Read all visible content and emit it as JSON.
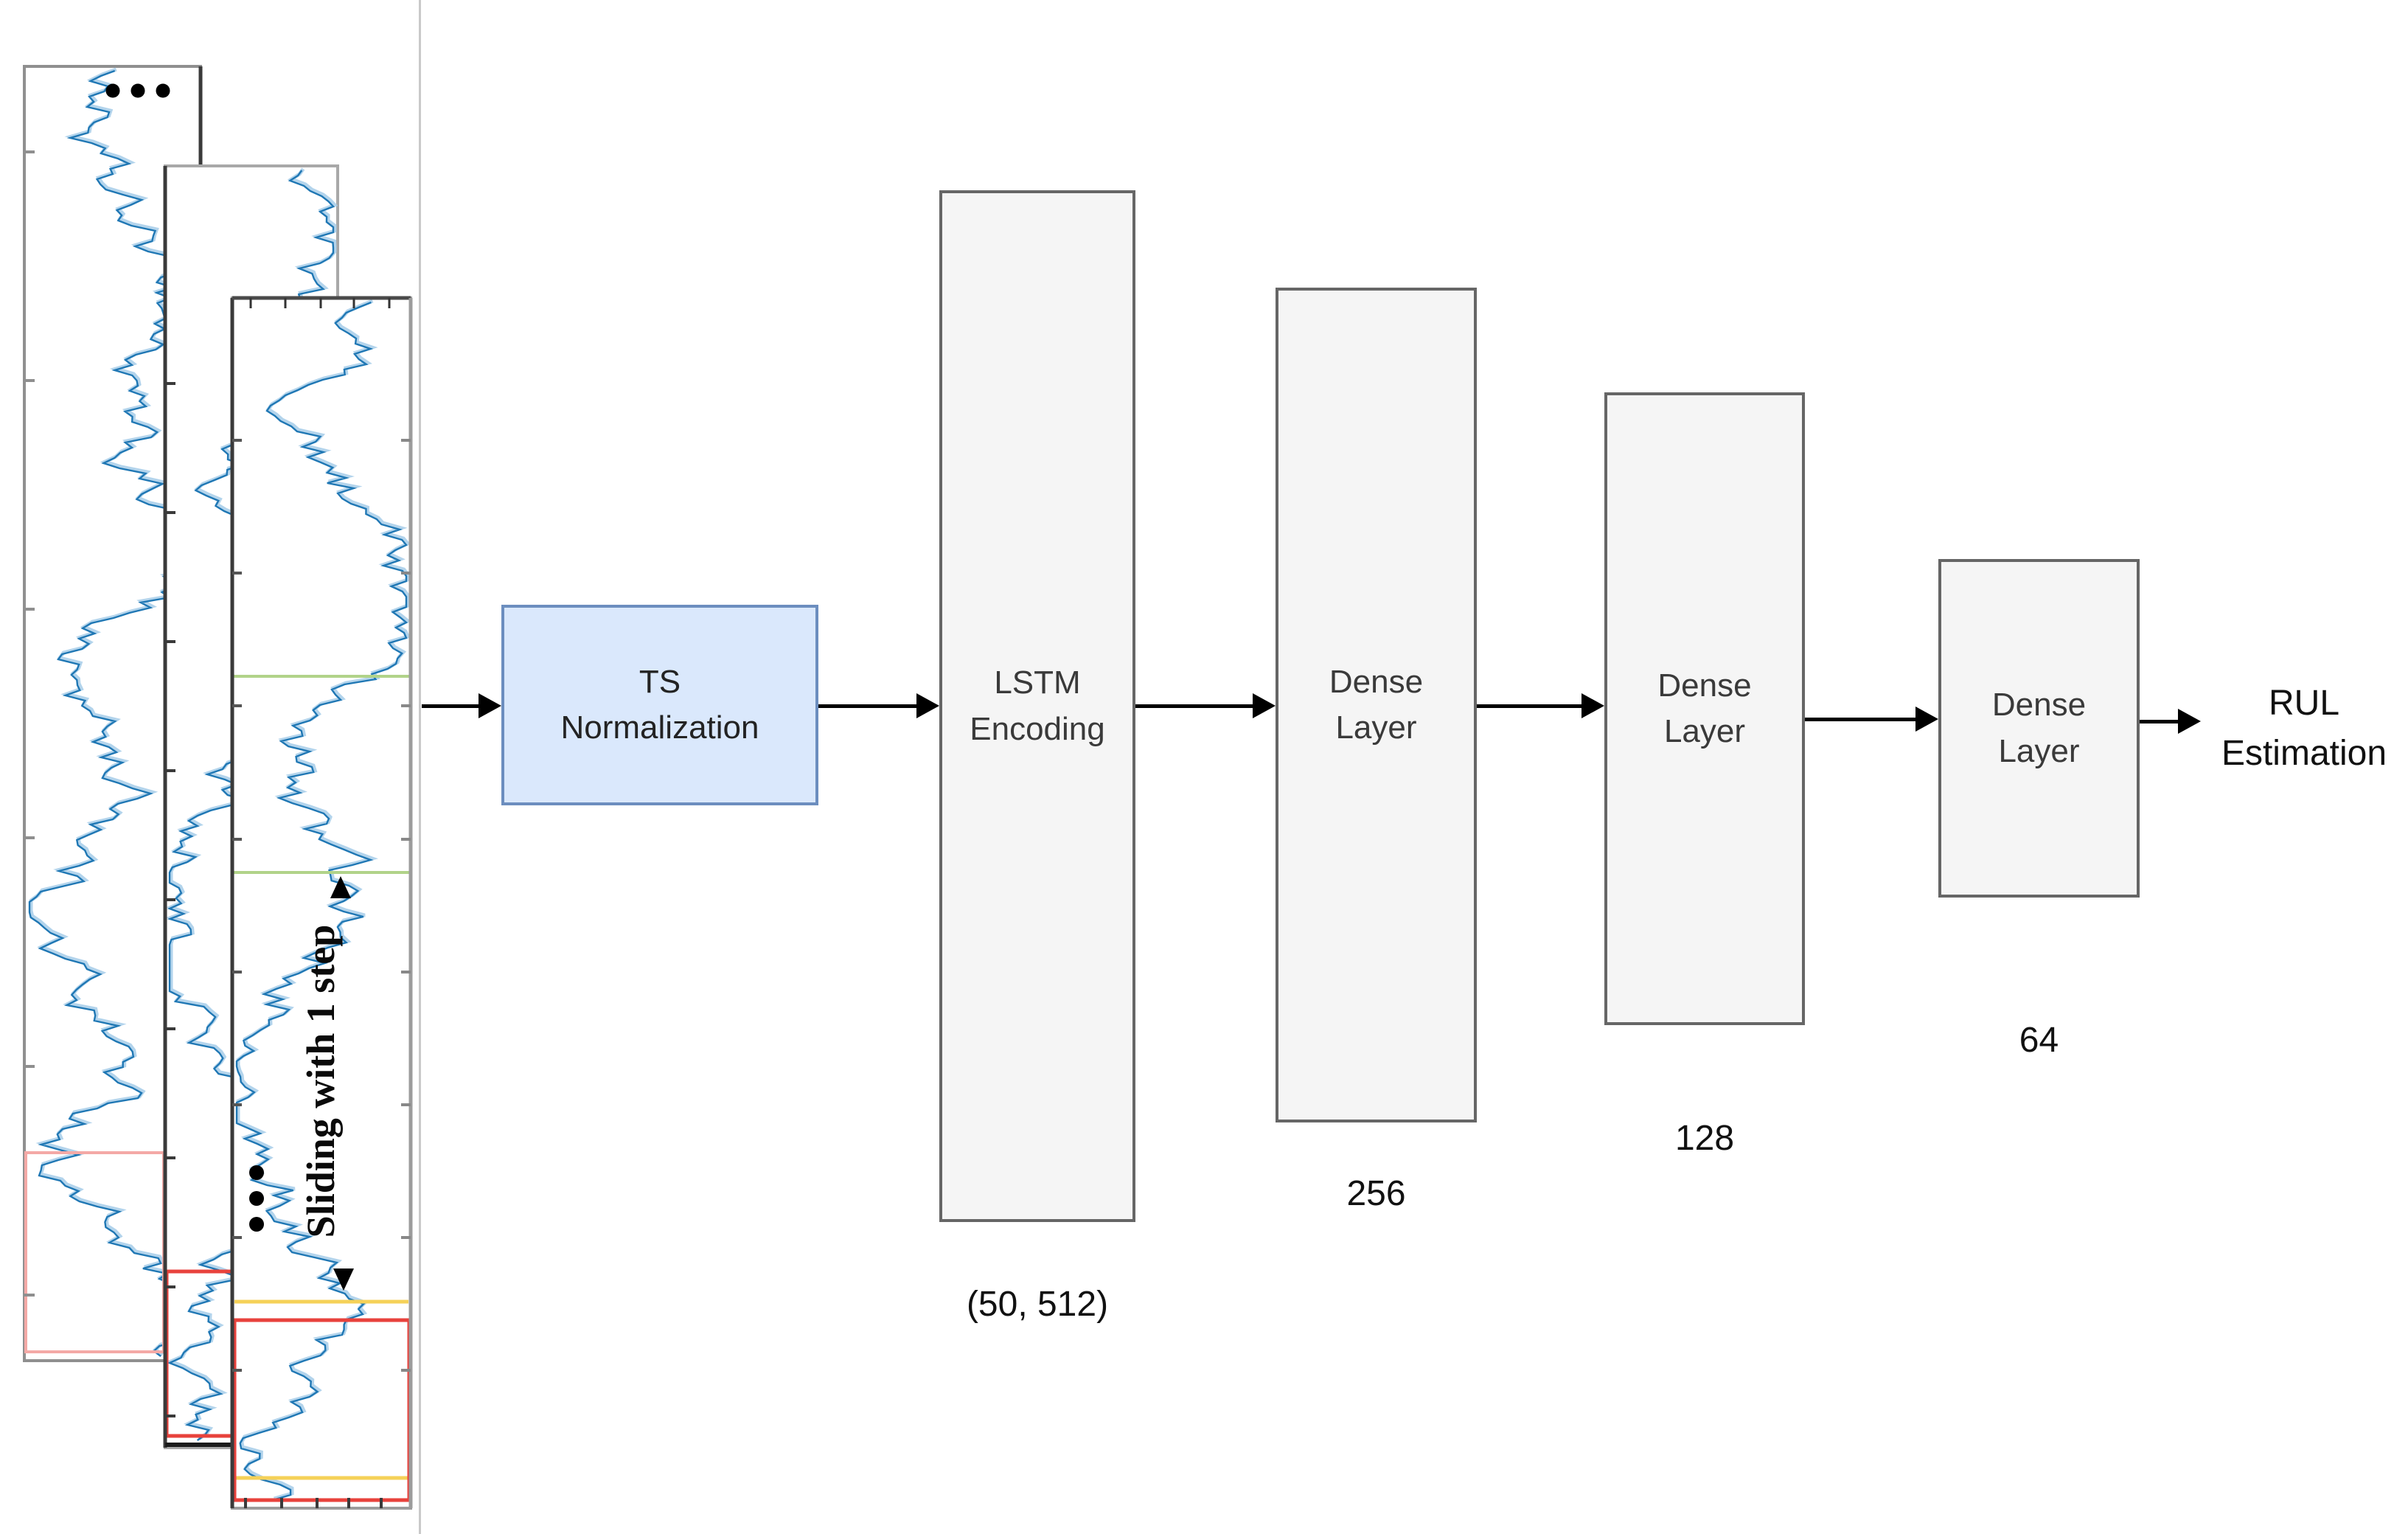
{
  "figure": {
    "description_visible_text_only": true,
    "annotations": {
      "sliding_label": "Sliding with 1 step"
    },
    "flow": {
      "nodes": [
        {
          "id": "ts_norm",
          "line1": "TS",
          "line2": "Normalization",
          "shape_label": ""
        },
        {
          "id": "lstm",
          "line1": "LSTM",
          "line2": "Encoding",
          "shape_label": "(50, 512)"
        },
        {
          "id": "dense256",
          "line1": "Dense",
          "line2": "Layer",
          "shape_label": "256"
        },
        {
          "id": "dense128",
          "line1": "Dense",
          "line2": "Layer",
          "shape_label": "128"
        },
        {
          "id": "dense64",
          "line1": "Dense",
          "line2": "Layer",
          "shape_label": "64"
        },
        {
          "id": "output",
          "line1": "RUL",
          "line2": "Estimation",
          "shape_label": ""
        }
      ]
    },
    "colors": {
      "ts_box_fill": "#dae8fc",
      "ts_box_border": "#6c8ebf",
      "gray_box_fill": "#f5f5f5",
      "gray_box_border": "#666666",
      "arrow_black": "#000000",
      "series_blue": "#1f77b4",
      "series_blue_light": "#a6cde9",
      "window_green": "#b1d389",
      "window_pink": "#f4a9a6",
      "window_red": "#e8423c",
      "window_yellow": "#f5d158",
      "divider_gray": "#c9c9c9",
      "spine_gray": "#9c9c9c",
      "spine_dark": "#3a3a3a",
      "dot_black": "#000000"
    }
  }
}
